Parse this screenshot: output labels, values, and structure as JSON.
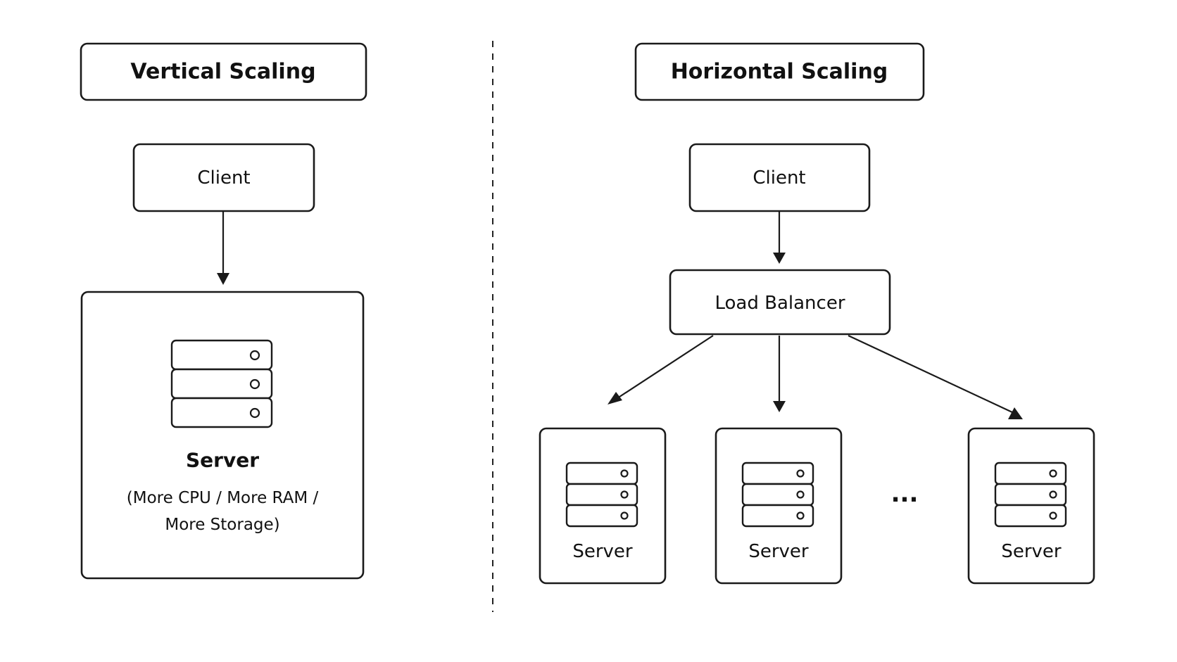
{
  "vertical": {
    "title": "Vertical Scaling",
    "client": "Client",
    "server": "Server",
    "server_note_line1": "(More CPU / More RAM /",
    "server_note_line2": "More Storage)"
  },
  "horizontal": {
    "title": "Horizontal Scaling",
    "client": "Client",
    "load_balancer": "Load Balancer",
    "servers": [
      "Server",
      "Server",
      "Server"
    ],
    "ellipsis": "..."
  },
  "icons": {
    "server_rack": "server-rack-icon"
  },
  "colors": {
    "stroke": "#1a1a1a",
    "background": "#ffffff",
    "text": "#111111"
  }
}
